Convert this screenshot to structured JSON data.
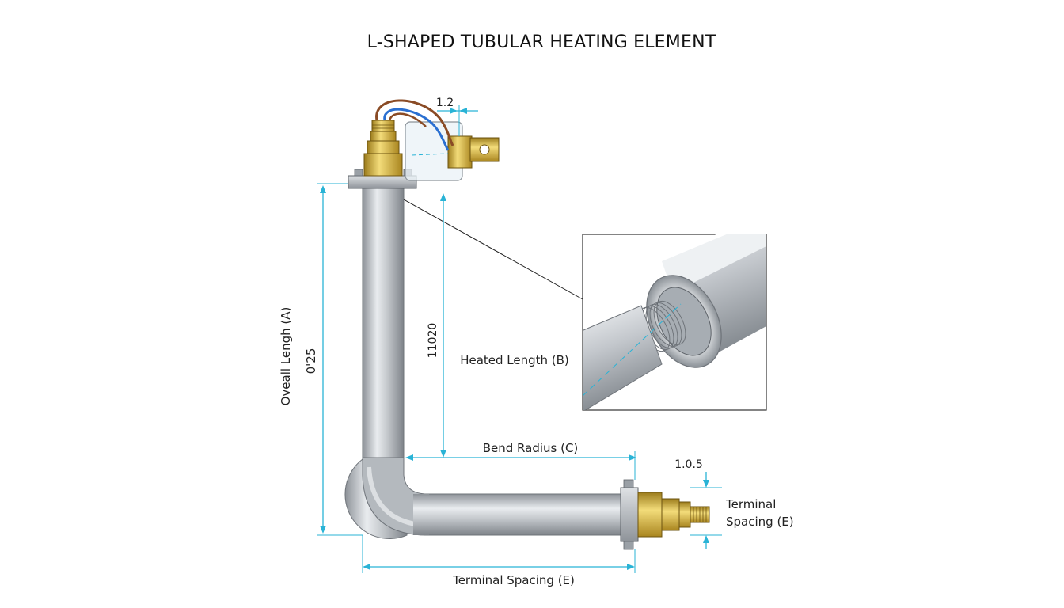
{
  "title": "L-SHAPED TUBULAR HEATING ELEMENT",
  "labels": {
    "overall_length": "Oveall Lengh (A)",
    "overall_length_value": "0'25",
    "heated_length": "Heated Length (B)",
    "heated_length_value": "11020",
    "bend_radius": "Bend Radius (C)",
    "terminal_spacing_bottom": "Terminal Spacing (E)",
    "terminal_spacing_right_line1": "Terminal",
    "terminal_spacing_right_line2": "Spacing (E)",
    "top_dimension": "1.2",
    "right_dimension": "1.0.5"
  },
  "colors": {
    "dimension": "#29b3d6",
    "tube": "#b9bdc2",
    "brass": "#d4b03a",
    "wire_brown": "#8a4b25",
    "wire_blue": "#2a6fd1"
  }
}
